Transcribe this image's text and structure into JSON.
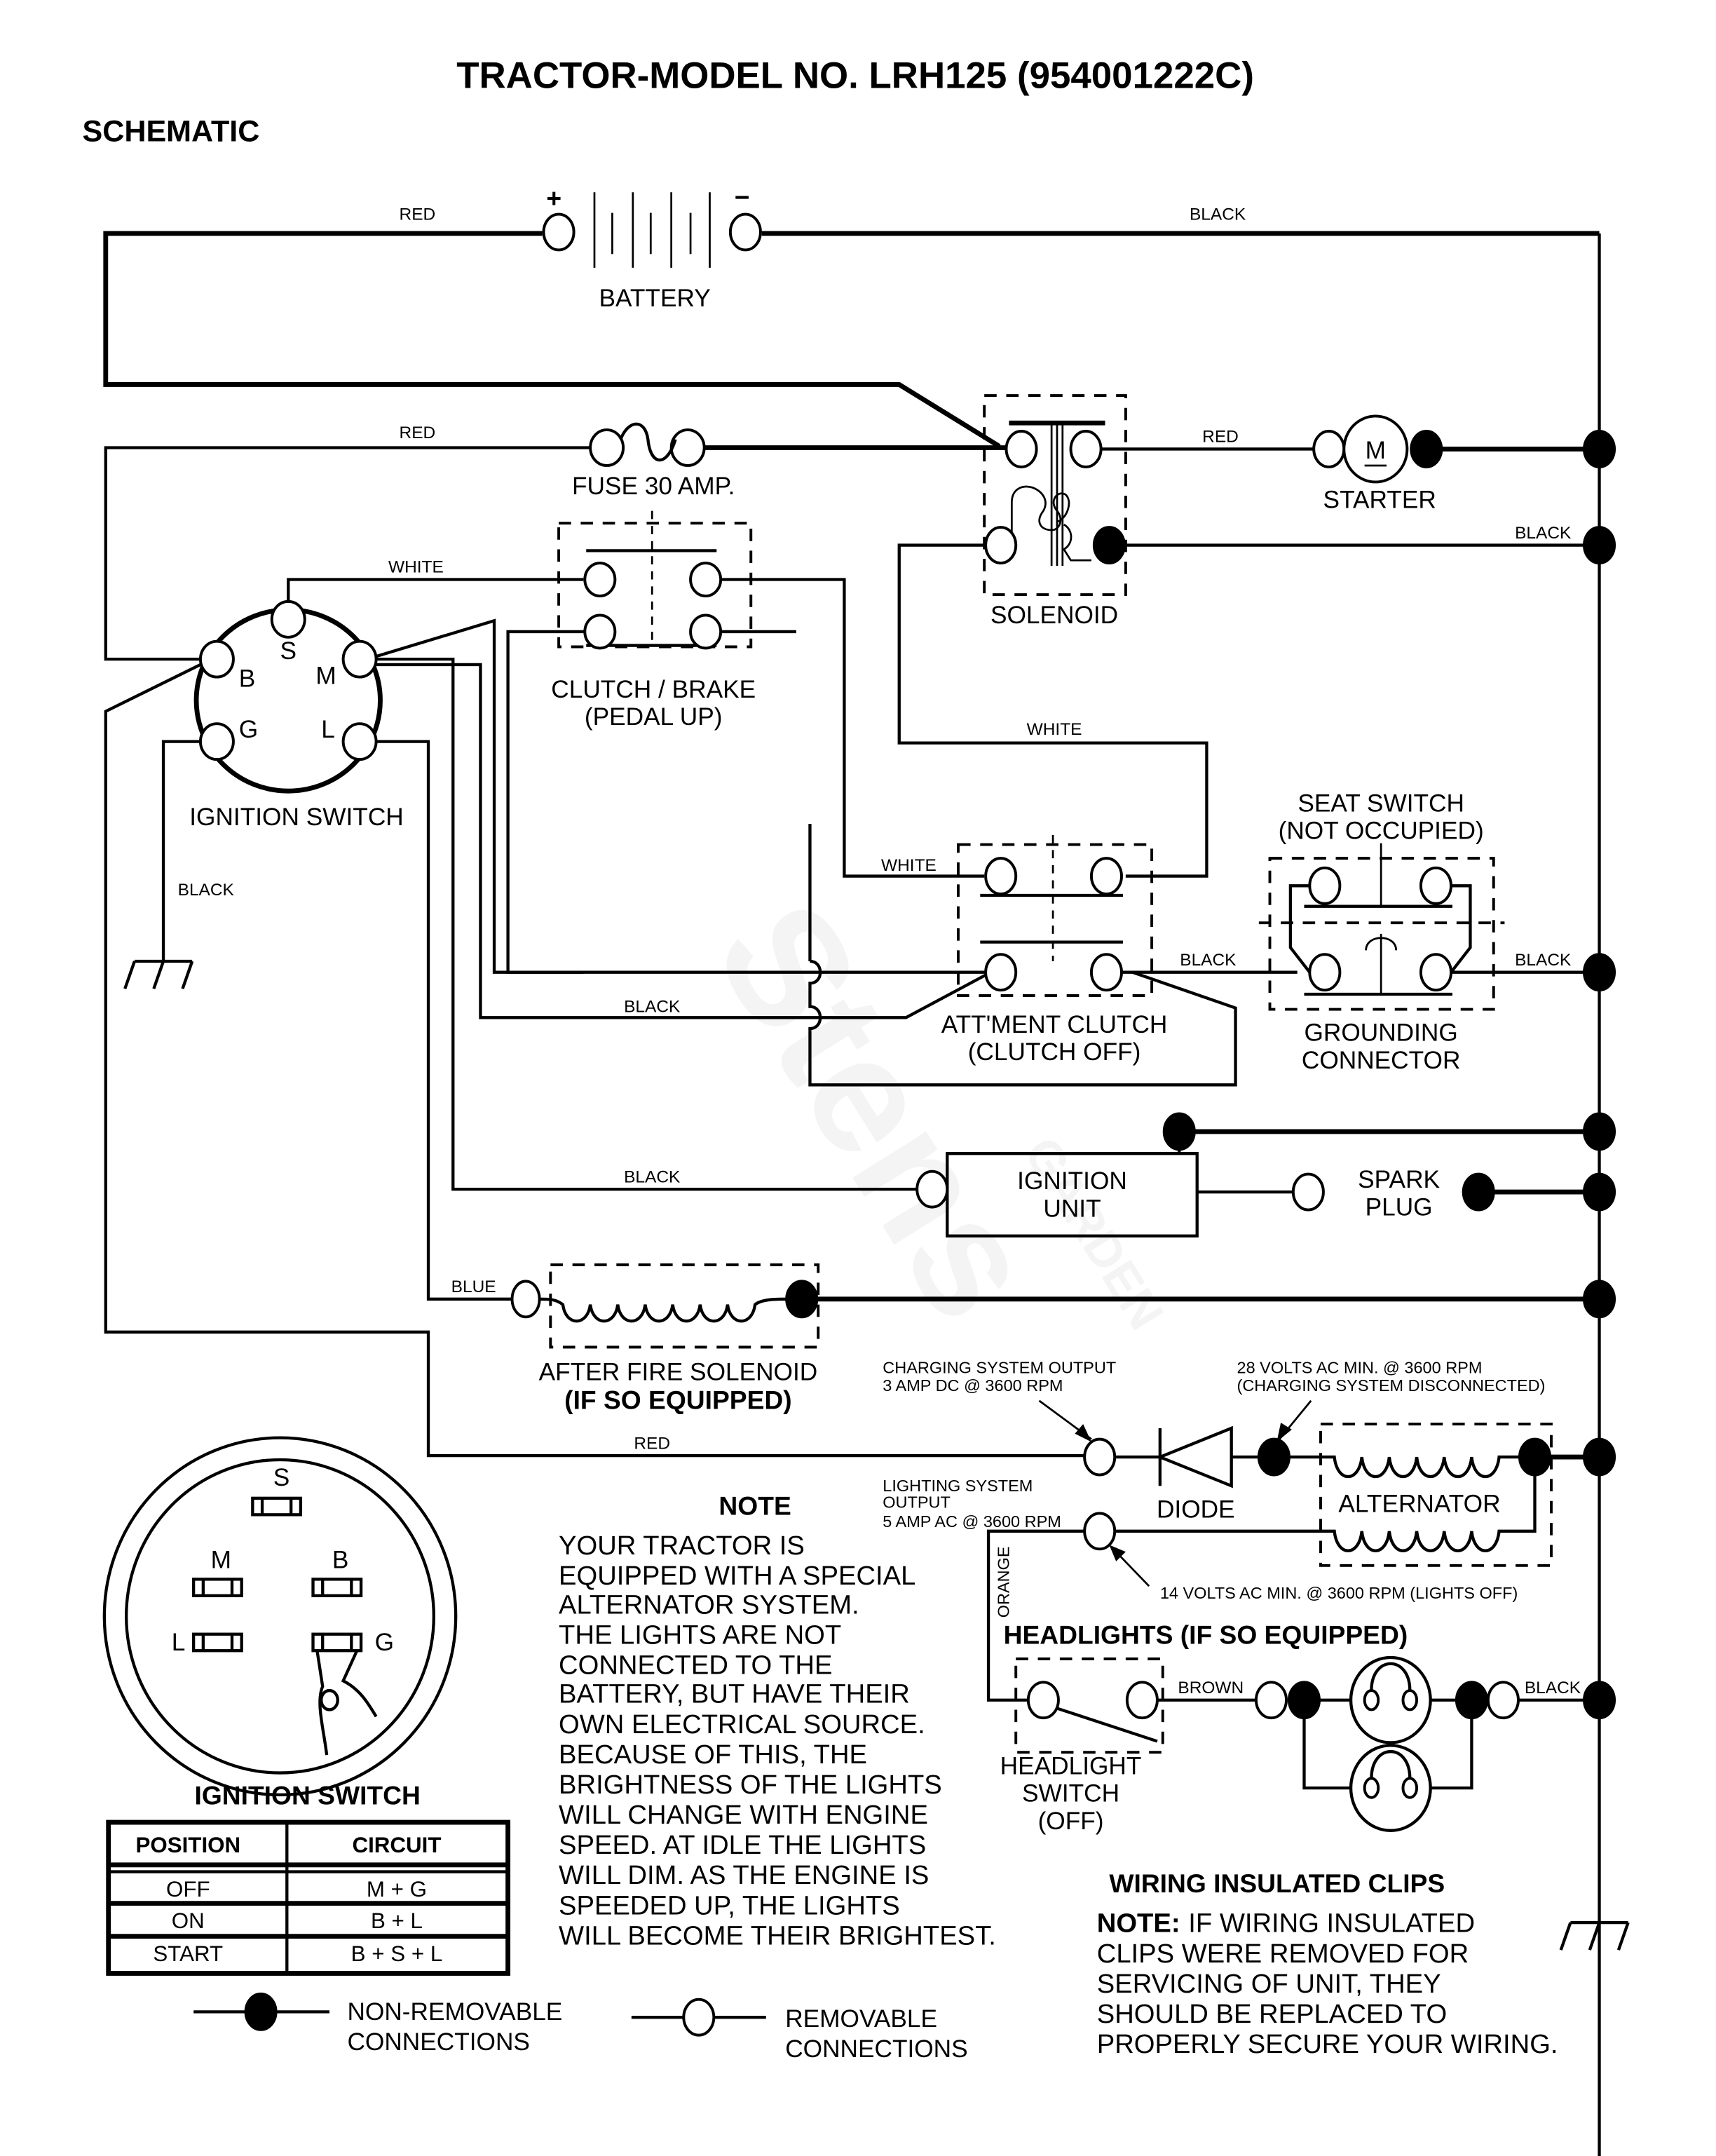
{
  "document": {
    "title": "TRACTOR-MODEL NO. LRH125 (954001222C)",
    "section": "SCHEMATIC"
  },
  "watermark": {
    "logo_text": "Stens",
    "sub_text": "GARDEN"
  },
  "wire_labels": {
    "battery_pos": "RED",
    "battery_neg": "BLACK",
    "fuse_line": "RED",
    "starter_line": "RED",
    "solenoid_ground": "BLACK",
    "ign_s_white": "WHITE",
    "solenoid_white": "WHITE",
    "attclutch_white": "WHITE",
    "ground_left": "BLACK",
    "attclutch_black": "BLACK",
    "attclutch_to_seat": "BLACK",
    "seat_to_ground": "BLACK",
    "ignition_unit_black": "BLACK",
    "afterfire_blue": "BLUE",
    "diode_red": "RED",
    "headlight_orange": "ORANGE",
    "headlight_brown": "BROWN",
    "headlight_black": "BLACK"
  },
  "components": {
    "battery": {
      "label": "BATTERY",
      "pos": "+",
      "neg": "−"
    },
    "fuse": {
      "label": "FUSE 30 AMP."
    },
    "solenoid": {
      "label": "SOLENOID"
    },
    "starter": {
      "label": "STARTER",
      "symbol": "M"
    },
    "ignition_switch": {
      "label": "IGNITION SWITCH",
      "terminals": [
        "S",
        "B",
        "M",
        "G",
        "L"
      ]
    },
    "clutch_brake": {
      "label_1": "CLUTCH / BRAKE",
      "label_2": "(PEDAL UP)"
    },
    "attment_clutch": {
      "label_1": "ATT'MENT CLUTCH",
      "label_2": "(CLUTCH OFF)"
    },
    "seat_switch": {
      "label_1": "SEAT SWITCH",
      "label_2": "(NOT OCCUPIED)"
    },
    "grounding_connector": {
      "label_1": "GROUNDING",
      "label_2": "CONNECTOR"
    },
    "ignition_unit": {
      "label_1": "IGNITION",
      "label_2": "UNIT"
    },
    "spark_plug": {
      "label_1": "SPARK",
      "label_2": "PLUG"
    },
    "after_fire_solenoid": {
      "label_1": "AFTER FIRE SOLENOID",
      "label_2": "(IF SO EQUIPPED)"
    },
    "diode": {
      "label": "DIODE"
    },
    "alternator": {
      "label": "ALTERNATOR"
    },
    "headlight_switch": {
      "label_1": "HEADLIGHT",
      "label_2": "SWITCH",
      "label_3": "(OFF)"
    }
  },
  "annotations": {
    "charging_output_1": "CHARGING SYSTEM OUTPUT",
    "charging_output_2": "3 AMP DC @ 3600 RPM",
    "volts28_1": "28 VOLTS AC MIN. @ 3600 RPM",
    "volts28_2": "(CHARGING SYSTEM DISCONNECTED)",
    "lighting_1": "LIGHTING SYSTEM",
    "lighting_2": "OUTPUT",
    "lighting_3": "5 AMP AC @ 3600 RPM",
    "volts14": "14 VOLTS AC MIN. @ 3600 RPM (LIGHTS OFF)",
    "headlights_heading": "HEADLIGHTS (IF SO EQUIPPED)"
  },
  "note": {
    "heading": "NOTE",
    "lines": [
      "YOUR TRACTOR IS",
      "EQUIPPED WITH A SPECIAL",
      "ALTERNATOR SYSTEM.",
      "THE LIGHTS ARE NOT",
      "CONNECTED TO THE",
      "BATTERY, BUT HAVE THEIR",
      "OWN ELECTRICAL SOURCE.",
      "BECAUSE OF THIS, THE",
      "BRIGHTNESS OF THE LIGHTS",
      "WILL CHANGE WITH ENGINE",
      "SPEED.  AT IDLE THE LIGHTS",
      "WILL DIM.  AS THE ENGINE IS",
      "SPEEDED UP, THE LIGHTS",
      "WILL BECOME THEIR BRIGHTEST."
    ]
  },
  "ignition_detail": {
    "heading": "IGNITION SWITCH",
    "terminals": {
      "S": "S",
      "M": "M",
      "B": "B",
      "L": "L",
      "G": "G"
    },
    "table": {
      "headers": [
        "POSITION",
        "CIRCUIT"
      ],
      "rows": [
        [
          "OFF",
          "M + G"
        ],
        [
          "ON",
          "B + L"
        ],
        [
          "START",
          "B + S + L"
        ]
      ]
    }
  },
  "clips": {
    "heading": "WIRING INSULATED CLIPS",
    "note_prefix": "NOTE:",
    "lines": [
      "IF WIRING INSULATED",
      "CLIPS WERE REMOVED FOR",
      "SERVICING OF UNIT, THEY",
      "SHOULD BE REPLACED TO",
      "PROPERLY SECURE YOUR WIRING."
    ]
  },
  "legend": {
    "non_removable_1": "NON-REMOVABLE",
    "non_removable_2": "CONNECTIONS",
    "removable_1": "REMOVABLE",
    "removable_2": "CONNECTIONS"
  }
}
